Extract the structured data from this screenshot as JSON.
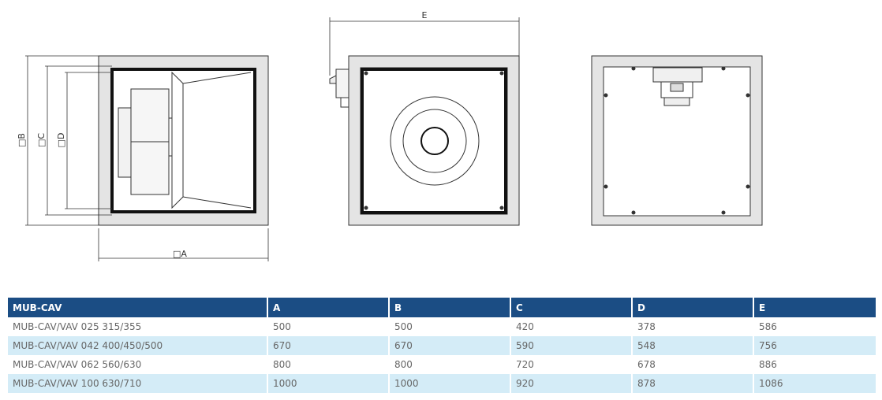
{
  "drawing": {
    "labels": {
      "a": "□A",
      "b": "□B",
      "c": "□C",
      "d": "□D",
      "e": "E"
    }
  },
  "table": {
    "headers": [
      "MUB-CAV",
      "A",
      "B",
      "C",
      "D",
      "E"
    ],
    "rows": [
      [
        "MUB-CAV/VAV 025 315/355",
        "500",
        "500",
        "420",
        "378",
        "586"
      ],
      [
        "MUB-CAV/VAV 042 400/450/500",
        "670",
        "670",
        "590",
        "548",
        "756"
      ],
      [
        "MUB-CAV/VAV 062 560/630",
        "800",
        "800",
        "720",
        "678",
        "886"
      ],
      [
        "MUB-CAV/VAV 100 630/710",
        "1000",
        "1000",
        "920",
        "878",
        "1086"
      ]
    ],
    "colors": {
      "header_bg": "#1b4d84",
      "alt_row_bg": "#d4ecf7"
    }
  }
}
